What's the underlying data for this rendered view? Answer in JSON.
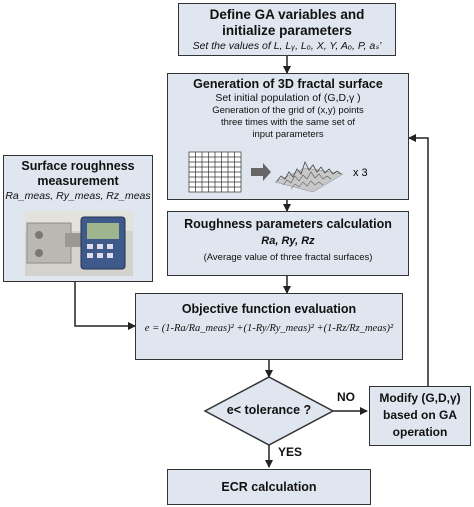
{
  "box_define": {
    "title_line1": "Define GA variables and",
    "title_line2": "initialize parameters",
    "sub": "Set the values of L, Lᵧ, Lₒ, X, Y, Aₒ, P, aₛ’"
  },
  "box_generation": {
    "title": "Generation of 3D fractal surface",
    "sub1": "Set initial population of (G,D,γ )",
    "sub2": "Generation of the grid of (x,y) points",
    "sub3": "three times with the same set of",
    "sub4": "input parameters",
    "times_label": "x 3"
  },
  "box_measure": {
    "title_line1": "Surface roughness",
    "title_line2": "measurement",
    "params": "Ra_meas, Ry_meas, Rz_meas"
  },
  "box_roughness": {
    "title": "Roughness parameters calculation",
    "params": "Ra, Ry, Rz",
    "note": "(Average value of three fractal surfaces)"
  },
  "box_objective": {
    "title": "Objective function evaluation",
    "formula": "e = (1-Ra/Ra_meas)² +(1-Ry/Ry_meas)² +(1-Rz/Rz_meas)²"
  },
  "decision": {
    "label": "e< tolerance ?",
    "no_label": "NO",
    "yes_label": "YES"
  },
  "box_modify": {
    "line1": "Modify (G,D,γ)",
    "line2": "based on GA",
    "line3": "operation"
  },
  "box_ecr": {
    "title": "ECR calculation"
  },
  "colors": {
    "box_fill": "#dfe6ef",
    "box_border": "#333333"
  }
}
